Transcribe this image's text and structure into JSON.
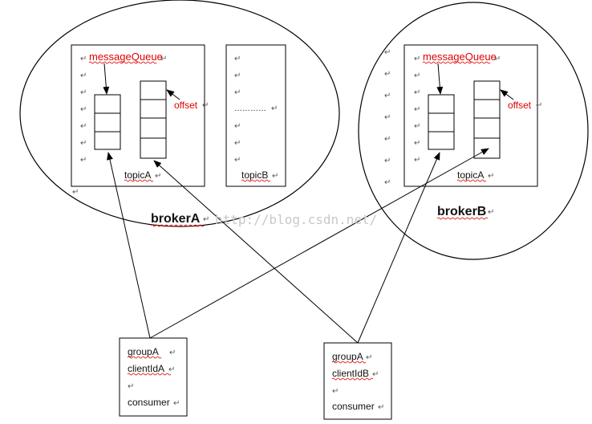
{
  "brokers": [
    {
      "id": "brokerA",
      "label": "brokerA",
      "topics": [
        {
          "id": "topicA",
          "label": "topicA",
          "queue_label": "messageQueue",
          "offset_label": "offset"
        },
        {
          "id": "topicB",
          "label": "topicB",
          "ellipsis": "…………"
        }
      ]
    },
    {
      "id": "brokerB",
      "label": "brokerB",
      "topics": [
        {
          "id": "topicA",
          "label": "topicA",
          "queue_label": "messageQueue",
          "offset_label": "offset"
        }
      ]
    }
  ],
  "consumers": [
    {
      "id": "consumerA",
      "lines": [
        "groupA",
        "clientIdA",
        "",
        "consumer"
      ]
    },
    {
      "id": "consumerB",
      "lines": [
        "groupA",
        "clientIdB",
        "",
        "consumer"
      ]
    }
  ],
  "watermark": "http://blog.csdn.net/",
  "paragraph_mark": "↵",
  "colors": {
    "highlight": "#e00000",
    "line": "#000000"
  }
}
